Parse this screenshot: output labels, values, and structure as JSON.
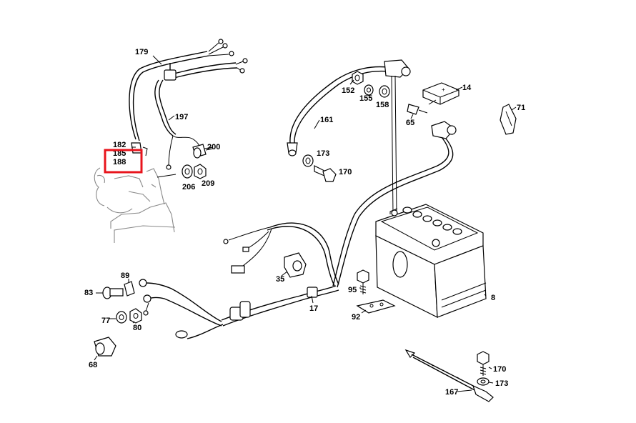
{
  "diagram": {
    "highlight_color": "#e8141c",
    "parts": [
      {
        "id": "p179",
        "label": "179"
      },
      {
        "id": "p197",
        "label": "197"
      },
      {
        "id": "p182",
        "label": "182"
      },
      {
        "id": "p185",
        "label": "185"
      },
      {
        "id": "p188",
        "label": "188"
      },
      {
        "id": "p200",
        "label": "200"
      },
      {
        "id": "p206",
        "label": "206"
      },
      {
        "id": "p209",
        "label": "209"
      },
      {
        "id": "p152",
        "label": "152"
      },
      {
        "id": "p155",
        "label": "155"
      },
      {
        "id": "p158",
        "label": "158"
      },
      {
        "id": "p161",
        "label": "161"
      },
      {
        "id": "p173a",
        "label": "173"
      },
      {
        "id": "p170a",
        "label": "170"
      },
      {
        "id": "p14",
        "label": "14"
      },
      {
        "id": "p65",
        "label": "65"
      },
      {
        "id": "p71",
        "label": "71"
      },
      {
        "id": "p89",
        "label": "89"
      },
      {
        "id": "p83",
        "label": "83"
      },
      {
        "id": "p77",
        "label": "77"
      },
      {
        "id": "p80",
        "label": "80"
      },
      {
        "id": "p68",
        "label": "68"
      },
      {
        "id": "p35",
        "label": "35"
      },
      {
        "id": "p17",
        "label": "17"
      },
      {
        "id": "p95",
        "label": "95"
      },
      {
        "id": "p92",
        "label": "92"
      },
      {
        "id": "p8",
        "label": "8"
      },
      {
        "id": "p170b",
        "label": "170"
      },
      {
        "id": "p173b",
        "label": "173"
      },
      {
        "id": "p167",
        "label": "167"
      }
    ]
  }
}
